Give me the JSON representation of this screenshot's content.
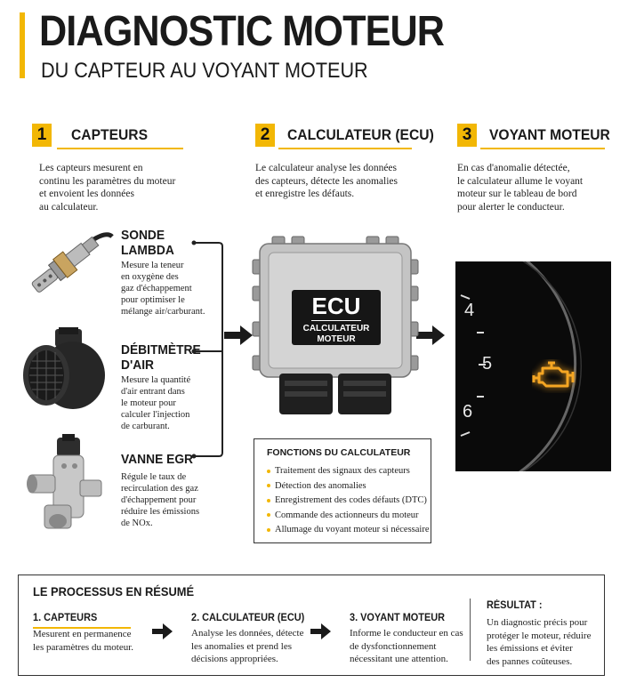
{
  "header": {
    "title": "DIAGNOSTIC MOTEUR",
    "subtitle": "DU CAPTEUR AU VOYANT MOTEUR"
  },
  "colors": {
    "accent": "#f2b705",
    "text": "#1a1a1a",
    "warning_light": "#f5a623"
  },
  "sections": [
    {
      "number": "1",
      "title": "CAPTEURS",
      "description": [
        "Les capteurs mesurent en",
        "continu les paramètres du moteur",
        "et envoient les données",
        "au calculateur."
      ]
    },
    {
      "number": "2",
      "title": "CALCULATEUR (ECU)",
      "description": [
        "Le calculateur analyse les données",
        "des capteurs, détecte les anomalies",
        "et enregistre les défauts."
      ]
    },
    {
      "number": "3",
      "title": "VOYANT MOTEUR",
      "description": [
        "En cas d'anomalie détectée,",
        "le calculateur allume le voyant",
        "moteur sur le tableau de bord",
        "pour alerter le conducteur."
      ]
    }
  ],
  "sensors": [
    {
      "name": [
        "SONDE",
        "LAMBDA"
      ],
      "description": [
        "Mesure la teneur",
        "en oxygène des",
        "gaz d'échappement",
        "pour optimiser le",
        "mélange air/carburant."
      ]
    },
    {
      "name": [
        "DÉBITMÈTRE",
        "D'AIR"
      ],
      "description": [
        "Mesure la quantité",
        "d'air entrant dans",
        "le moteur pour",
        "calculer l'injection",
        "de carburant."
      ]
    },
    {
      "name": [
        "VANNE EGR"
      ],
      "description": [
        "Régule le taux de",
        "recirculation des gaz",
        "d'échappement pour",
        "réduire les émissions",
        "de NOx."
      ]
    }
  ],
  "ecu": {
    "label_main": "ECU",
    "label_sub": [
      "CALCULATEUR",
      "MOTEUR"
    ]
  },
  "dashboard": {
    "gauge_numbers": [
      "4",
      "5",
      "6"
    ],
    "warning_icon": "check-engine-icon"
  },
  "functions": {
    "title": "FONCTIONS DU CALCULATEUR",
    "items": [
      "Traitement des signaux des capteurs",
      "Détection des anomalies",
      "Enregistrement des codes défauts (DTC)",
      "Commande des actionneurs du moteur",
      "Allumage du voyant moteur si nécessaire"
    ]
  },
  "summary": {
    "title": "LE PROCESSUS EN RÉSUMÉ",
    "steps": [
      {
        "title": "1. CAPTEURS",
        "description": [
          "Mesurent en permanence",
          "les paramètres du moteur."
        ]
      },
      {
        "title": "2. CALCULATEUR (ECU)",
        "description": [
          "Analyse les données, détecte",
          "les anomalies et prend les",
          "décisions appropriées."
        ]
      },
      {
        "title": "3. VOYANT MOTEUR",
        "description": [
          "Informe le conducteur en cas",
          "de dysfonctionnement",
          "nécessitant une attention."
        ]
      }
    ],
    "result": {
      "title": "RÉSULTAT :",
      "description": [
        "Un diagnostic précis pour",
        "protéger le moteur, réduire",
        "les émissions et éviter",
        "des pannes coûteuses."
      ]
    }
  }
}
